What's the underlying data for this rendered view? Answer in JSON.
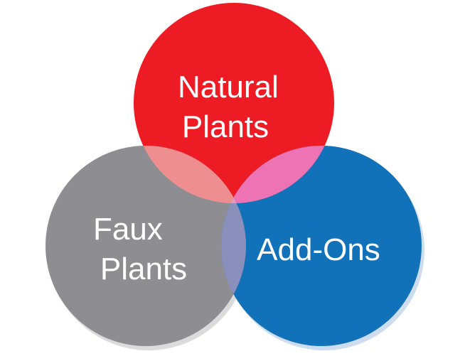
{
  "diagram": {
    "type": "venn",
    "sets": [
      {
        "id": "natural",
        "label_lines": [
          "Natural",
          "Plants"
        ],
        "color": "#ED1C24"
      },
      {
        "id": "faux",
        "label_lines": [
          "Faux",
          "Plants"
        ],
        "color": "#8E8E92"
      },
      {
        "id": "addons",
        "label_lines": [
          "Add-Ons"
        ],
        "color": "#1272B9"
      }
    ],
    "overlap_colors": {
      "natural_faux": "#EE8E91",
      "natural_addons": "#ED73B5",
      "faux_addons": "#8B8FBC",
      "all": "#E59AB8"
    },
    "shadow_color": "#6F9FD0"
  }
}
